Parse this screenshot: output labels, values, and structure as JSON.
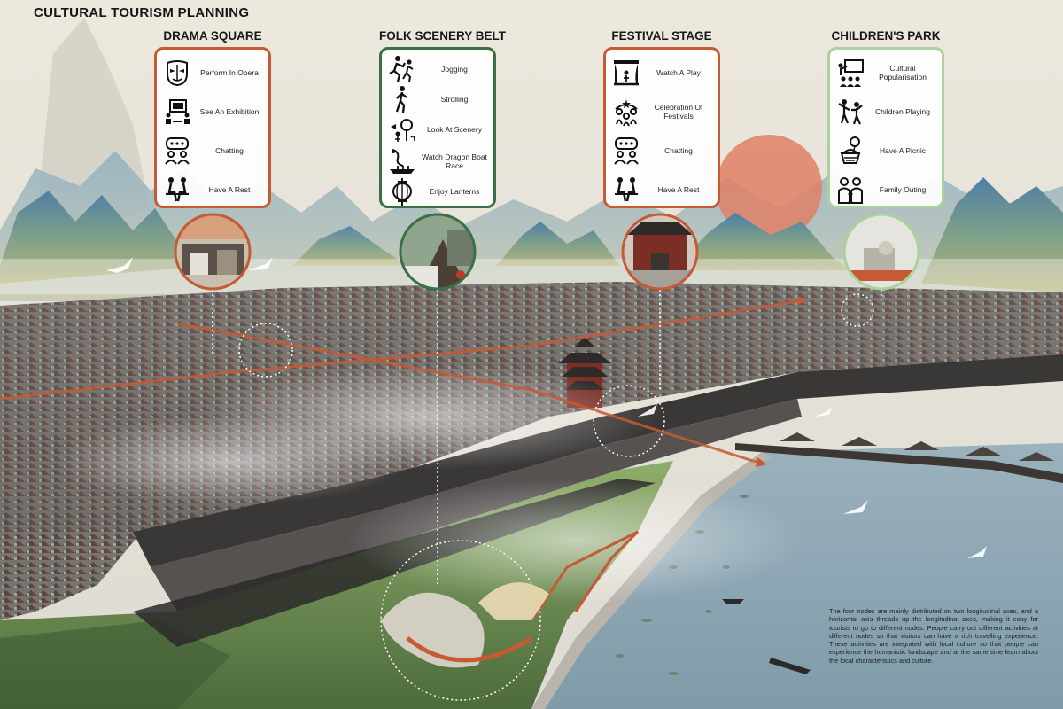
{
  "title": "CULTURAL TOURISM PLANNING",
  "nodes": [
    {
      "title": "DRAMA SQUARE",
      "color": "#c65a35",
      "activities": [
        {
          "label": "Perform In Opera",
          "icon": "opera-mask-icon"
        },
        {
          "label": "See An Exhibition",
          "icon": "exhibition-icon"
        },
        {
          "label": "Chatting",
          "icon": "chatting-icon"
        },
        {
          "label": "Have A Rest",
          "icon": "rest-icon"
        }
      ]
    },
    {
      "title": "FOLK SCENERY BELT",
      "color": "#3b6f46",
      "activities": [
        {
          "label": "Jogging",
          "icon": "jogging-icon"
        },
        {
          "label": "Strolling",
          "icon": "strolling-icon"
        },
        {
          "label": "Look At Scenery",
          "icon": "scenery-icon"
        },
        {
          "label": "Watch Dragon Boat Race",
          "icon": "dragon-boat-icon"
        },
        {
          "label": "Enjoy Lanterns",
          "icon": "lantern-icon"
        }
      ]
    },
    {
      "title": "FESTIVAL STAGE",
      "color": "#c65a35",
      "activities": [
        {
          "label": "Watch A Play",
          "icon": "theater-stage-icon"
        },
        {
          "label": "Celebration Of Festivals",
          "icon": "celebration-icon"
        },
        {
          "label": "Chatting",
          "icon": "chatting-icon"
        },
        {
          "label": "Have A Rest",
          "icon": "rest-icon"
        }
      ]
    },
    {
      "title": "CHILDREN'S PARK",
      "color": "#a9d39a",
      "activities": [
        {
          "label": "Cultural Popularisation",
          "icon": "teaching-icon"
        },
        {
          "label": "Children Playing",
          "icon": "children-icon"
        },
        {
          "label": "Have A Picnic",
          "icon": "picnic-icon"
        },
        {
          "label": "Family Outing",
          "icon": "family-icon"
        }
      ]
    }
  ],
  "description": "The four nodes are mainly distributed on two longitudinal axes, and a horizontal axis threads up the longitudinal axes, making it easy for tourists to go to different nodes. People carry out different activities at different nodes so that visitors can have a rich travelling experience. These activities are integrated with local culture so that people can experience the humanistic landscape and at the same time learn about the local characteristics and culture.",
  "colors": {
    "accent_orange": "#c65a35",
    "accent_dark_green": "#3b6f46",
    "accent_light_green": "#a9d39a",
    "water": "#8fa9b6",
    "sun": "#e08066"
  }
}
